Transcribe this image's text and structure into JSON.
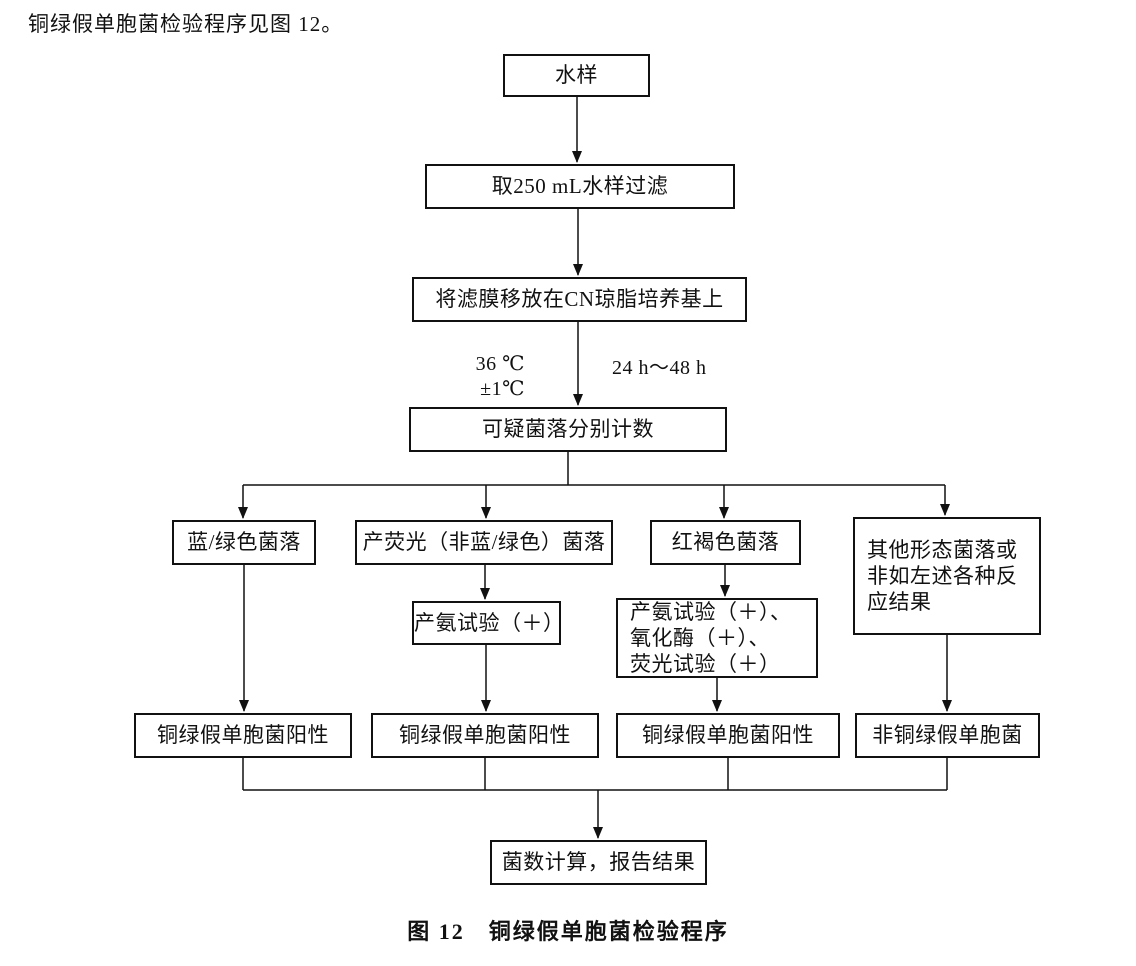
{
  "intro": "铜绿假单胞菌检验程序见图 12。",
  "caption": "图 12　铜绿假单胞菌检验程序",
  "labels": {
    "temperature": "36 ℃±1℃",
    "duration": "24 h～48 h"
  },
  "nodes": {
    "water_sample": "水样",
    "filter_sample": "取250 mL水样过滤",
    "place_membrane": "将滤膜移放在CN琼脂培养基上",
    "count_colonies": "可疑菌落分别计数",
    "blue_green_colonies": "蓝/绿色菌落",
    "fluorescent_colonies": "产荧光（非蓝/绿色）菌落",
    "red_brown_colonies": "红褐色菌落",
    "other_colonies": "其他形态菌落或\n非如左述各种反\n应结果",
    "ammonia_test": "产氨试验（＋）",
    "multi_test": "产氨试验（＋）、\n氧化酶（＋）、\n荧光试验（＋）",
    "positive_result_1": "铜绿假单胞菌阳性",
    "positive_result_2": "铜绿假单胞菌阳性",
    "positive_result_3": "铜绿假单胞菌阳性",
    "negative_result": "非铜绿假单胞菌",
    "report_result": "菌数计算，报告结果"
  }
}
